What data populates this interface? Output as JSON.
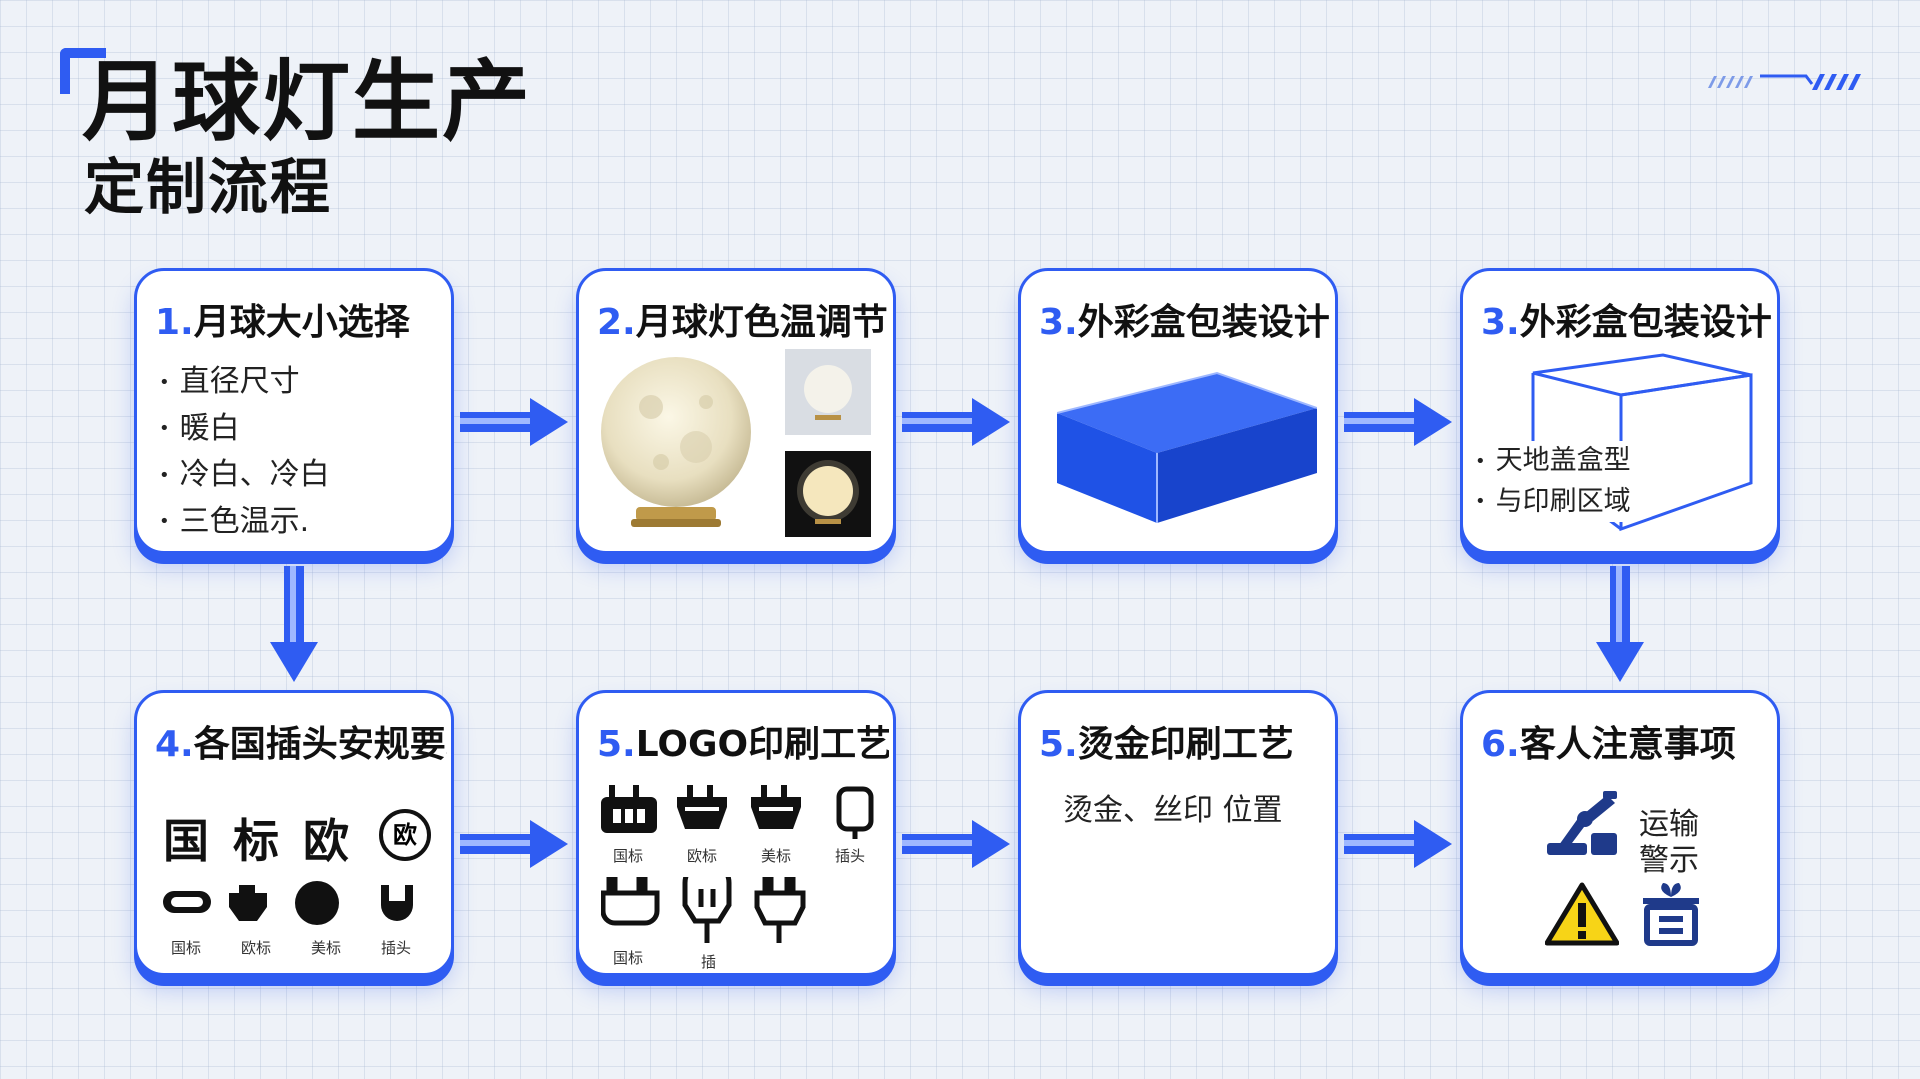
{
  "title": {
    "main": "月球灯生产",
    "sub": "定制流程"
  },
  "cards": [
    {
      "num": "1.",
      "title": "月球大小选择",
      "bullets": [
        "直径尺寸",
        "暖白",
        "冷白、冷白",
        "三色温示."
      ]
    },
    {
      "num": "2.",
      "title": "月球灯色温调节"
    },
    {
      "num": "3.",
      "title": "外彩盒包装设计"
    },
    {
      "num": "3.",
      "title": "外彩盒包装设计",
      "bullets": [
        "天地盖盒型",
        "与印刷区域"
      ]
    },
    {
      "num": "4.",
      "title": "各国插头安规要求",
      "chars": [
        "国",
        "标",
        "欧"
      ],
      "badge": "欧",
      "labels": [
        "国标",
        "欧标",
        "美标",
        "插头"
      ]
    },
    {
      "num": "5.",
      "title": "LOGO印刷工艺",
      "labels": [
        "国标",
        "欧标",
        "美标",
        "插头",
        "国标",
        "插"
      ]
    },
    {
      "num": "5.",
      "title": "烫金印刷工艺",
      "text": "烫金、丝印 位置"
    },
    {
      "num": "6.",
      "title": "客人注意事项",
      "notes": [
        "运输",
        "警示"
      ]
    }
  ],
  "colors": {
    "accent": "#2f5cf2",
    "box": "#1f52e6",
    "background": "#eef2f8"
  },
  "icons": [
    "moon-lamp-icon",
    "plug-icon",
    "warning-icon",
    "gift-box-icon",
    "robot-arm-icon"
  ]
}
